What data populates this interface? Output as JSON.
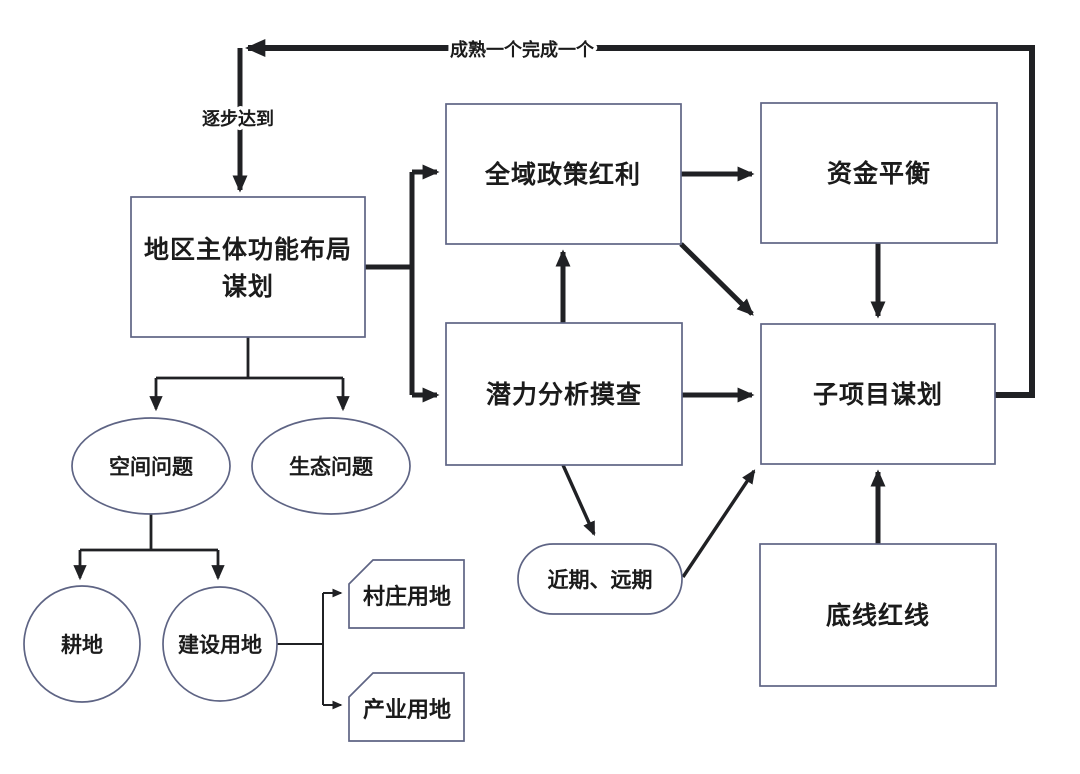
{
  "colors": {
    "line": "#202124",
    "node_border": "#5e6484",
    "node_fill": "#ffffff",
    "text": "#1b1b1b",
    "background": "#ffffff"
  },
  "edge_labels": {
    "loop": "成熟一个完成一个",
    "gradual": "逐步达到"
  },
  "nodes": {
    "region_layout": {
      "line1": "地区主体功能布局",
      "line2": "谋划"
    },
    "policy_bonus": {
      "label": "全域政策红利"
    },
    "fund_balance": {
      "label": "资金平衡"
    },
    "potential_survey": {
      "label": "潜力分析摸查"
    },
    "subproject_planning": {
      "label": "子项目谋划"
    },
    "bottom_redline": {
      "label": "底线红线"
    },
    "space_issue": {
      "label": "空间问题"
    },
    "ecology_issue": {
      "label": "生态问题"
    },
    "farmland": {
      "label": "耕地"
    },
    "construction_land": {
      "label": "建设用地"
    },
    "village_land": {
      "label": "村庄用地"
    },
    "industry_land": {
      "label": "产业用地"
    },
    "near_far_term": {
      "label": "近期、远期"
    }
  }
}
